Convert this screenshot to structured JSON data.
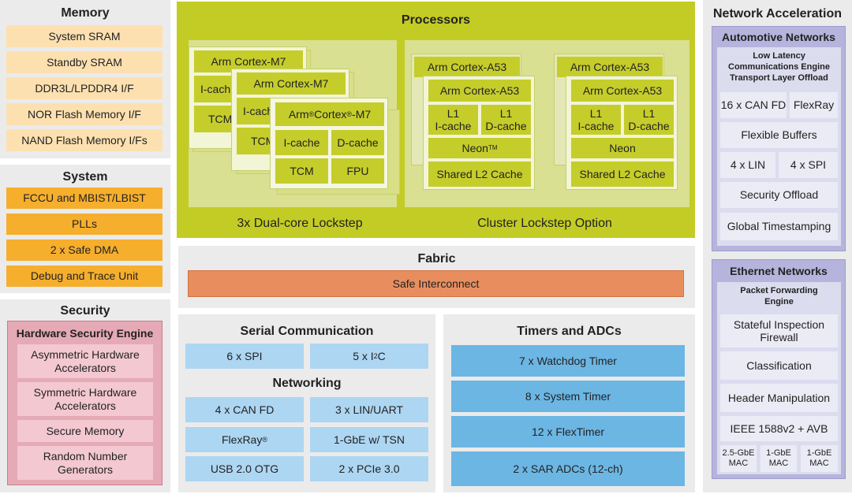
{
  "memory": {
    "title": "Memory",
    "items": [
      "System SRAM",
      "Standby SRAM",
      "DDR3L/LPDDR4 I/F",
      "NOR Flash Memory I/F",
      "NAND Flash Memory I/Fs"
    ]
  },
  "system": {
    "title": "System",
    "items": [
      "FCCU and MBIST/LBIST",
      "PLLs",
      "2 x Safe DMA",
      "Debug and Trace Unit"
    ]
  },
  "security": {
    "title": "Security",
    "engine_title": "Hardware Security Engine",
    "items": [
      "Asymmetric Hardware\nAccelerators",
      "Symmetric Hardware\nAccelerators",
      "Secure Memory",
      "Random Number\nGenerators"
    ]
  },
  "processors": {
    "title": "Processors",
    "m7_back1": "Arm Cortex-M7",
    "m7_back2": "Arm Cortex-M7",
    "m7_front_prefix": "Arm",
    "m7_front_middle": " Cortex",
    "m7_front_suffix": "-M7",
    "reg": "®",
    "icache_cut": "I-cach",
    "icache_cut2": "I-cache",
    "tcm_cut": "TCM",
    "tcm_cut2": "TCM",
    "m7_cells": [
      "I-cache",
      "D-cache",
      "TCM",
      "FPU"
    ],
    "m7_caption": "3x Dual-core Lockstep",
    "a53_title": "Arm Cortex-A53",
    "l1_icache": "L1\nI-cache",
    "l1_dcache": "L1\nD-cache",
    "neon_tm": "Neon",
    "tm": "TM",
    "neon": "Neon",
    "l2": "Shared L2 Cache",
    "a53_caption": "Cluster Lockstep Option"
  },
  "fabric": {
    "title": "Fabric",
    "bar": "Safe Interconnect"
  },
  "serial": {
    "title": "Serial Communication",
    "spi": "6 x SPI",
    "i2c_prefix": "5 x I",
    "i2c_sup": "2",
    "i2c_suffix": "C",
    "networking_title": "Networking",
    "can": "4 x CAN FD",
    "lin": "3 x LIN/UART",
    "flexray": "FlexRay",
    "gbe": "1-GbE w/ TSN",
    "usb": "USB 2.0 OTG",
    "pcie": "2 x PCIe 3.0"
  },
  "timers": {
    "title": "Timers and ADCs",
    "items": [
      "7 x Watchdog Timer",
      "8 x System Timer",
      "12 x FlexTimer",
      "2 x SAR ADCs (12-ch)"
    ]
  },
  "network": {
    "title": "Network Acceleration",
    "auto_title": "Automotive Networks",
    "llce": "Low Latency\nCommunications Engine\nTransport Layer Offload",
    "canfd16": "16 x CAN FD",
    "flexray": "FlexRay",
    "flex_buffers": "Flexible Buffers",
    "lin4": "4 x LIN",
    "spi4": "4 x SPI",
    "sec_offload": "Security Offload",
    "timestamp": "Global Timestamping",
    "eth_title": "Ethernet Networks",
    "pfe": "Packet Forwarding\nEngine",
    "stateful": "Stateful Inspection\nFirewall",
    "classification": "Classification",
    "header": "Header Manipulation",
    "ieee": "IEEE 1588v2 + AVB",
    "mac1": "2.5-GbE\nMAC",
    "mac2": "1-GbE\nMAC",
    "mac3": "1-GbE\nMAC"
  }
}
